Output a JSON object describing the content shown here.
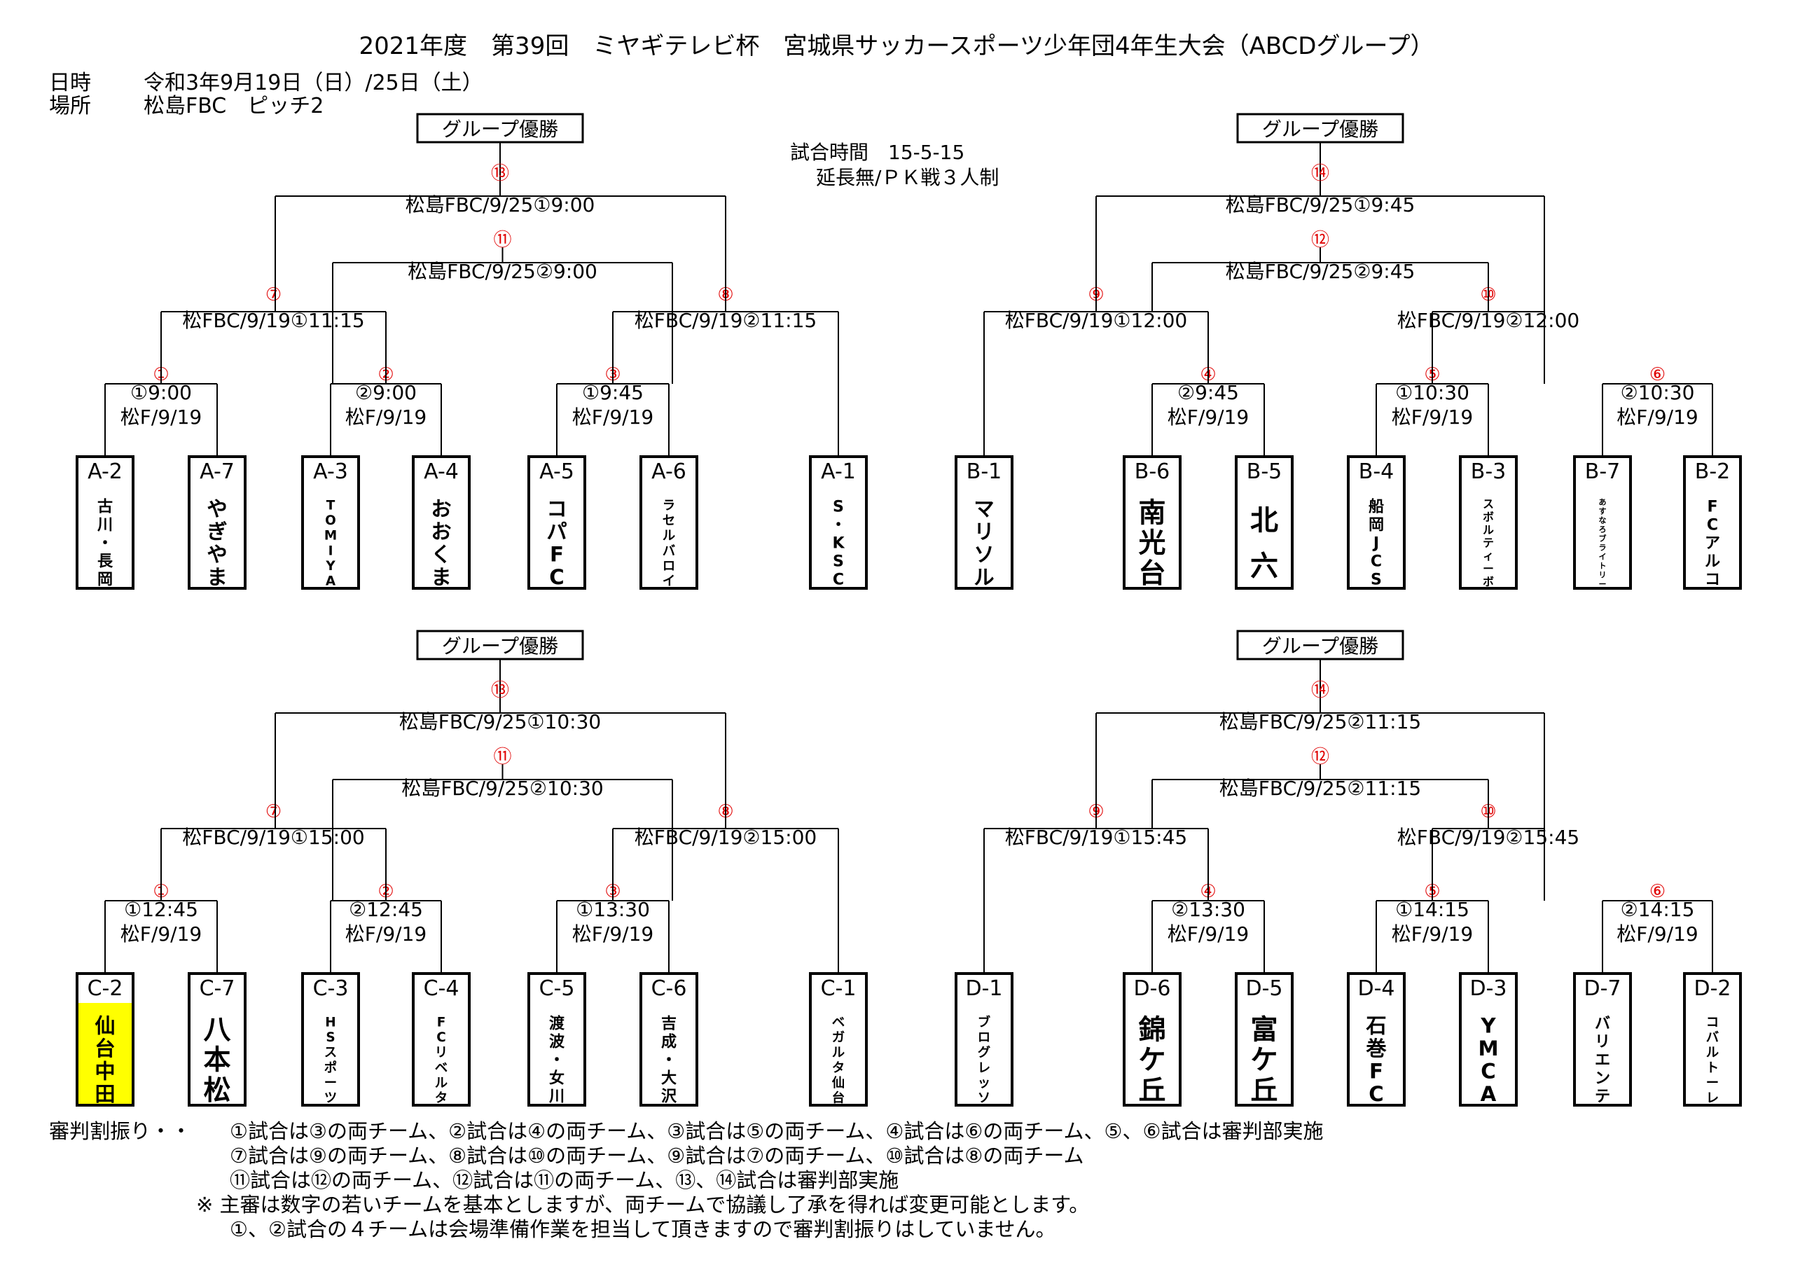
{
  "title": "2021年度　第39回　ミヤギテレビ杯　宮城県サッカースポーツ少年団4年生大会（ABCDグループ）",
  "date_label": "日時",
  "date_value": "令和3年9月19日（日）/25日（土）",
  "place_label": "場所",
  "place_value": "松島FBC　ピッチ2",
  "match_time": "試合時間　15-5-15",
  "extra_rule": "延長無/ＰＫ戦３人制",
  "colors": {
    "highlight": "#ffff00",
    "match_number": "#e00000"
  },
  "groups": [
    {
      "champion_label": "グループ優勝",
      "teams": [
        {
          "code": "A-2",
          "name": "古川・長岡",
          "style": "narrow"
        },
        {
          "code": "A-7",
          "name": "やぎやま",
          "style": "bold"
        },
        {
          "code": "A-3",
          "name": "TOMIYA",
          "style": "narrow"
        },
        {
          "code": "A-4",
          "name": "おおくま",
          "style": "bold"
        },
        {
          "code": "A-5",
          "name": "コパFC",
          "style": "bold"
        },
        {
          "code": "A-6",
          "name": "ラセルバロイ",
          "style": "narrow"
        },
        {
          "code": "A-1",
          "name": "S・KSC",
          "style": "narrow"
        }
      ],
      "r1": [
        {
          "no": "①",
          "line1": "①9:00",
          "line2": "松F/9/19"
        },
        {
          "no": "②",
          "line1": "②9:00",
          "line2": "松F/9/19"
        },
        {
          "no": "③",
          "line1": "①9:45",
          "line2": "松F/9/19"
        }
      ],
      "r2": [
        {
          "no": "⑦",
          "label": "松FBC/9/19①11:15"
        },
        {
          "no": "⑧",
          "label": "松FBC/9/19②11:15"
        }
      ],
      "third": {
        "no": "⑪",
        "label": "松島FBC/9/25②9:00"
      },
      "final": {
        "no": "⑬",
        "label": "松島FBC/9/25①9:00"
      }
    },
    {
      "champion_label": "グループ優勝",
      "teams": [
        {
          "code": "B-1",
          "name": "マリソル",
          "style": "bold"
        },
        {
          "code": "B-6",
          "name": "南光台",
          "style": "bold"
        },
        {
          "code": "B-5",
          "name": "北六",
          "style": "bold"
        },
        {
          "code": "B-4",
          "name": "船岡JCS",
          "style": "narrow"
        },
        {
          "code": "B-3",
          "name": "スボルティーボ",
          "style": "narrow"
        },
        {
          "code": "B-7",
          "name": "あすなろブライトリー",
          "style": "narrow"
        },
        {
          "code": "B-2",
          "name": "FCアルコ",
          "style": "narrow"
        }
      ],
      "r1": [
        {
          "no": "④",
          "line1": "②9:45",
          "line2": "松F/9/19"
        },
        {
          "no": "⑤",
          "line1": "①10:30",
          "line2": "松F/9/19"
        },
        {
          "no": "⑥",
          "line1": "②10:30",
          "line2": "松F/9/19"
        }
      ],
      "r2": [
        {
          "no": "⑨",
          "label": "松FBC/9/19①12:00"
        },
        {
          "no": "⑩",
          "label": "松FBC/9/19②12:00"
        }
      ],
      "third": {
        "no": "⑫",
        "label": "松島FBC/9/25②9:45"
      },
      "final": {
        "no": "⑭",
        "label": "松島FBC/9/25①9:45"
      }
    },
    {
      "champion_label": "グループ優勝",
      "teams": [
        {
          "code": "C-2",
          "name": "仙台中田",
          "style": "bold",
          "highlight": true
        },
        {
          "code": "C-7",
          "name": "八本松",
          "style": "bold"
        },
        {
          "code": "C-3",
          "name": "HSスポーツ",
          "style": "narrow"
        },
        {
          "code": "C-4",
          "name": "FCリベルタ",
          "style": "narrow"
        },
        {
          "code": "C-5",
          "name": "渡波・女川",
          "style": "narrow"
        },
        {
          "code": "C-6",
          "name": "吉成・大沢",
          "style": "narrow"
        },
        {
          "code": "C-1",
          "name": "ベガルタ仙台",
          "style": "narrow"
        }
      ],
      "r1": [
        {
          "no": "①",
          "line1": "①12:45",
          "line2": "松F/9/19"
        },
        {
          "no": "②",
          "line1": "②12:45",
          "line2": "松F/9/19"
        },
        {
          "no": "③",
          "line1": "①13:30",
          "line2": "松F/9/19"
        }
      ],
      "r2": [
        {
          "no": "⑦",
          "label": "松FBC/9/19①15:00"
        },
        {
          "no": "⑧",
          "label": "松FBC/9/19②15:00"
        }
      ],
      "third": {
        "no": "⑪",
        "label": "松島FBC/9/25②10:30"
      },
      "final": {
        "no": "⑬",
        "label": "松島FBC/9/25①10:30"
      }
    },
    {
      "champion_label": "グループ優勝",
      "teams": [
        {
          "code": "D-1",
          "name": "ブログレッソ",
          "style": "narrow"
        },
        {
          "code": "D-6",
          "name": "錦ケ丘",
          "style": "bold"
        },
        {
          "code": "D-5",
          "name": "富ケ丘",
          "style": "bold"
        },
        {
          "code": "D-4",
          "name": "石巻FC",
          "style": "bold"
        },
        {
          "code": "D-3",
          "name": "YMCA",
          "style": "bold"
        },
        {
          "code": "D-7",
          "name": "バリエンテ",
          "style": "narrow"
        },
        {
          "code": "D-2",
          "name": "コバルトーレ",
          "style": "narrow"
        }
      ],
      "r1": [
        {
          "no": "④",
          "line1": "②13:30",
          "line2": "松F/9/19"
        },
        {
          "no": "⑤",
          "line1": "①14:15",
          "line2": "松F/9/19"
        },
        {
          "no": "⑥",
          "line1": "②14:15",
          "line2": "松F/9/19"
        }
      ],
      "r2": [
        {
          "no": "⑨",
          "label": "松FBC/9/19①15:45"
        },
        {
          "no": "⑩",
          "label": "松FBC/9/19②15:45"
        }
      ],
      "third": {
        "no": "⑫",
        "label": "松島FBC/9/25②11:15"
      },
      "final": {
        "no": "⑭",
        "label": "松島FBC/9/25②11:15"
      }
    }
  ],
  "notes": {
    "label": "審判割振り・・",
    "lines": [
      "①試合は③の両チーム、②試合は④の両チーム、③試合は⑤の両チーム、④試合は⑥の両チーム、⑤、⑥試合は審判部実施",
      "⑦試合は⑨の両チーム、⑧試合は⑩の両チーム、⑨試合は⑦の両チーム、⑩試合は⑧の両チーム",
      "⑪試合は⑫の両チーム、⑫試合は⑪の両チーム、⑬、⑭試合は審判部実施",
      "※ 主審は数字の若いチームを基本としますが、両チームで協議し了承を得れば変更可能とします。",
      "①、②試合の４チームは会場準備作業を担当して頂きますので審判割振りはしていません。"
    ]
  }
}
